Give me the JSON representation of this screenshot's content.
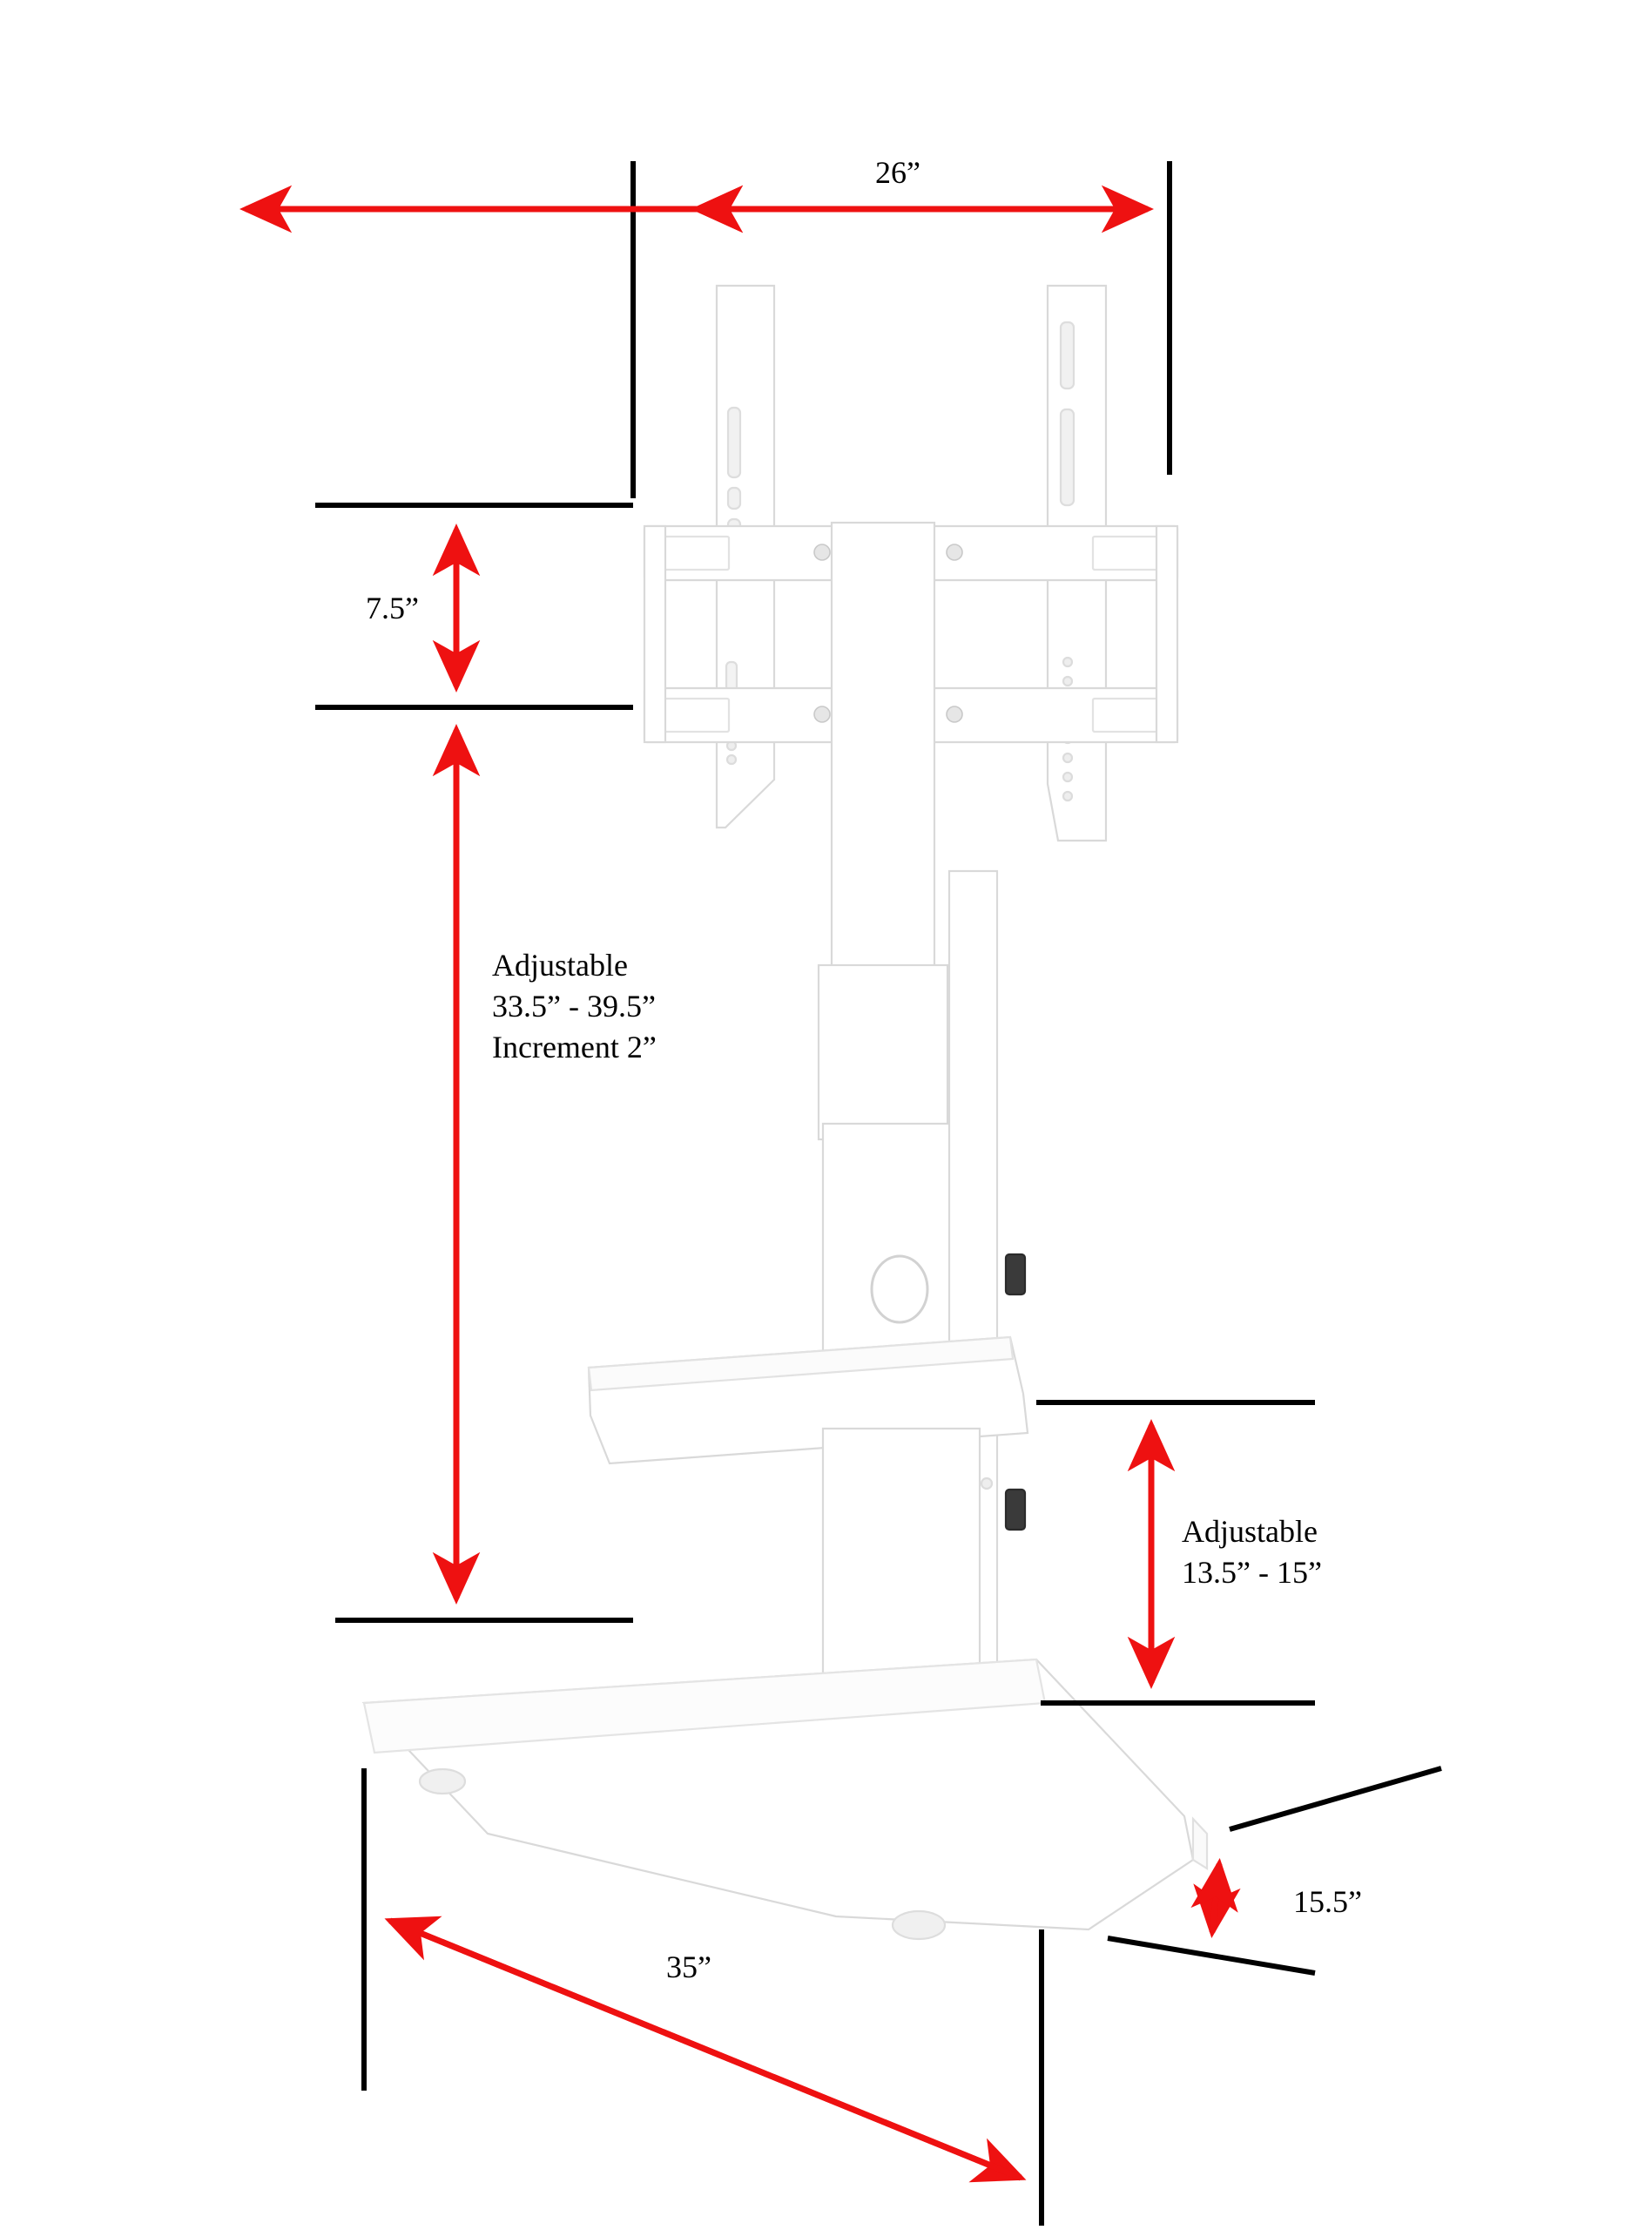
{
  "diagram": {
    "title": "TV Stand with Mount — Dimension Diagram",
    "colors": {
      "arrow": "#ee1111",
      "extension_line": "#000000",
      "product_fill": "#ffffff",
      "product_stroke": "#d8d8d8",
      "background": "#ffffff",
      "text": "#000000"
    },
    "labels": {
      "width_top": "26”",
      "mount_height": "7.5”",
      "adjustable_main": "Adjustable\n33.5” - 39.5”\nIncrement 2”",
      "adjustable_shelf": "Adjustable\n13.5” - 15”",
      "depth": "15.5”",
      "base_width": "35”"
    },
    "measurements": [
      {
        "name": "top-bracket-width",
        "value": "26”",
        "orientation": "horizontal"
      },
      {
        "name": "bracket-height",
        "value": "7.5”",
        "orientation": "vertical"
      },
      {
        "name": "adjustable-column-height",
        "value": "Adjustable 33.5” - 39.5” Increment 2”",
        "orientation": "vertical"
      },
      {
        "name": "adjustable-shelf-height",
        "value": "Adjustable 13.5” - 15”",
        "orientation": "vertical"
      },
      {
        "name": "base-depth",
        "value": "15.5”",
        "orientation": "diagonal"
      },
      {
        "name": "base-width",
        "value": "35”",
        "orientation": "horizontal"
      }
    ]
  }
}
